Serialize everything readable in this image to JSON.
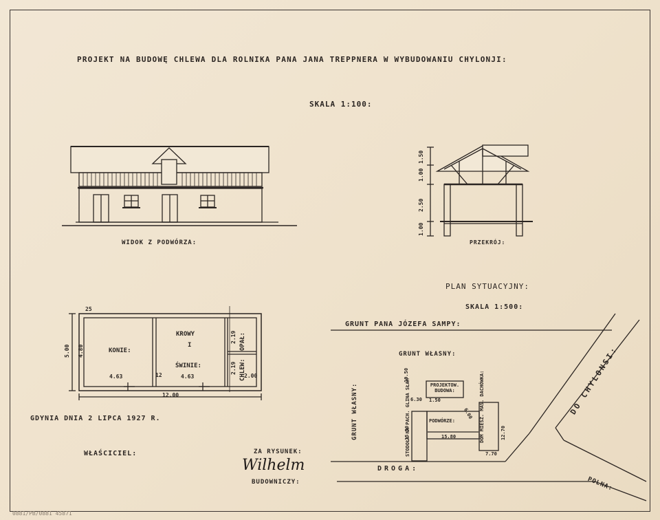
{
  "title": "PROJEKT NA BUDOWĘ CHLEWA DLA ROLNIKA PANA JANA TREPPNERA W WYBUDOWANIU CHYLONJI:",
  "scale_main": "SKALA 1:100:",
  "elevation_caption": "WIDOK Z PODWÓRZA:",
  "section_caption": "PRZEKRÓJ:",
  "section_dims": [
    "1.50",
    "1.00",
    "2.50",
    "1.00"
  ],
  "plan": {
    "rooms": {
      "horses": "KONIE:",
      "cows": "KROWY",
      "and": "I",
      "pigs": "ŚWINIE:",
      "fuel": "OPAŁ:",
      "chlew": "CHLEW:"
    },
    "dims": {
      "horses_width": "4.63",
      "cows_width": "4.63",
      "total_length": "12.00",
      "total_depth": "5.00",
      "inner_depth": "4.80",
      "small_room": "2.00",
      "wall_a": "25",
      "wall_b": "12",
      "side_a": "2.19",
      "side_b": "2.19"
    }
  },
  "site": {
    "title": "PLAN SYTUACYJNY:",
    "scale": "SKALA 1:500:",
    "neighbor": "GRUNT PANA JÓZEFA SAMPY:",
    "own_land_top": "GRUNT WŁASNY:",
    "own_land_side": "GRUNT WŁASNY:",
    "road_to": "DO CHYLONSI:",
    "road": "DROGA:",
    "field_road": "POLNA:",
    "projected": "PROJEKTOW. BUDOWA:",
    "yard": "PODWÓRZE:",
    "yard_len": "15.80",
    "barn": "STODOŁA NA PACH. GLINA SŁAM",
    "house": "DOM MIESZ. MAS. DACHÓWKA:",
    "dims": [
      "19.50",
      "6.30",
      "1.50",
      "6.00",
      "15.50",
      "12.70",
      "7.70"
    ]
  },
  "date_line": "GDYNIA DNIA 2 LIPCA 1927 R.",
  "owner_label": "WŁAŚCICIEL:",
  "drawn_by": "ZA RYSUNEK:",
  "signature": "Wilhelm",
  "builder": "BUDOWNICZY:",
  "archive_stamp": "0881/PB/0881 45871"
}
